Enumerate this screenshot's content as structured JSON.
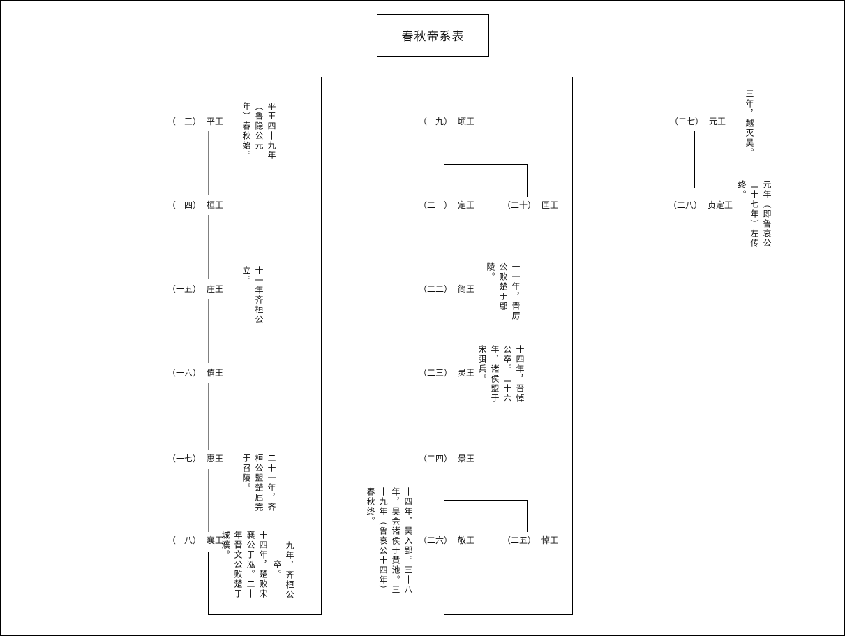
{
  "title": "春秋帝系表",
  "kings": [
    {
      "num": "（一三）",
      "name": "平王"
    },
    {
      "num": "（一四）",
      "name": "桓王"
    },
    {
      "num": "（一五）",
      "name": "庄王"
    },
    {
      "num": "（一六）",
      "name": "僖王"
    },
    {
      "num": "（一七）",
      "name": "惠王"
    },
    {
      "num": "（一八）",
      "name": "襄王"
    },
    {
      "num": "（一九）",
      "name": "顷王"
    },
    {
      "num": "（二十）",
      "name": "匡王"
    },
    {
      "num": "（二一）",
      "name": "定王"
    },
    {
      "num": "（二二）",
      "name": "简王"
    },
    {
      "num": "（二三）",
      "name": "灵王"
    },
    {
      "num": "（二四）",
      "name": "景王"
    },
    {
      "num": "（二五）",
      "name": "悼王"
    },
    {
      "num": "（二六）",
      "name": "敬王"
    },
    {
      "num": "（二七）",
      "name": "元王"
    },
    {
      "num": "（二八）",
      "name": "贞定王"
    }
  ],
  "notes": {
    "pingwang": [
      "平王四十九年",
      "（鲁隐公元",
      "年）春秋始。"
    ],
    "zhuangwang": [
      "十一年齐桓公",
      "立。"
    ],
    "huiwang": [
      "二十一年，齐",
      "桓公盟楚屈完",
      "于召陵。"
    ],
    "xiangwang_a": [
      "九年，齐桓公",
      "卒。"
    ],
    "xiangwang_b": [
      "十四年，楚败宋",
      "襄公于泓。二十",
      "年晋文公败楚于",
      "城濮。"
    ],
    "jianwang": [
      "十一年，晋厉",
      "公败楚于鄢",
      "陵。"
    ],
    "lingwang": [
      "十四年，晋悼",
      "公卒。二十六",
      "年，诸侯盟于",
      "宋弭兵。"
    ],
    "jingwang": [
      "十四年，吴入郢。三十八",
      "年，吴会诸侯于黄池。三",
      "十九年（鲁哀公十四年）",
      "春秋终。"
    ],
    "yuanwang": [
      "三年，越灭吴。"
    ],
    "zhendingwang": [
      "元年（即鲁哀公",
      "二十七年）左传",
      "终。"
    ]
  }
}
